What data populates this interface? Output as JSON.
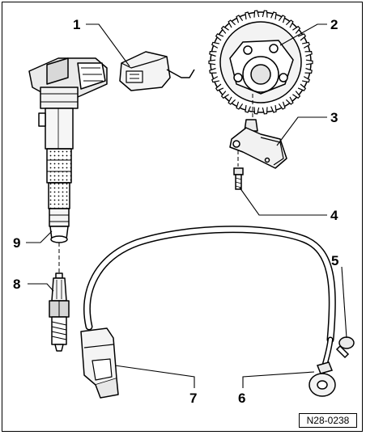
{
  "callouts": {
    "c1": "1",
    "c2": "2",
    "c3": "3",
    "c4": "4",
    "c5": "5",
    "c6": "6",
    "c7": "7",
    "c8": "8",
    "c9": "9"
  },
  "reference_code": "N28-0238"
}
